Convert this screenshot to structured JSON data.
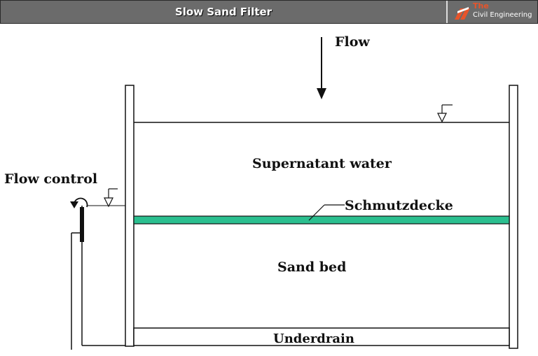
{
  "header": {
    "title": "Slow Sand Filter",
    "logo_the": "The",
    "logo_sub": "Civil Engineering"
  },
  "diagram": {
    "flow": "Flow",
    "flow_control": "Flow control",
    "supernatant": "Supernatant water",
    "schmutzdecke": "Schmutzdecke",
    "sand_bed": "Sand bed",
    "underdrain": "Underdrain"
  },
  "colors": {
    "header_bg": "#6b6b6b",
    "schmutzdecke": "#2bbf8f",
    "logo_accent": "#e8542a"
  }
}
